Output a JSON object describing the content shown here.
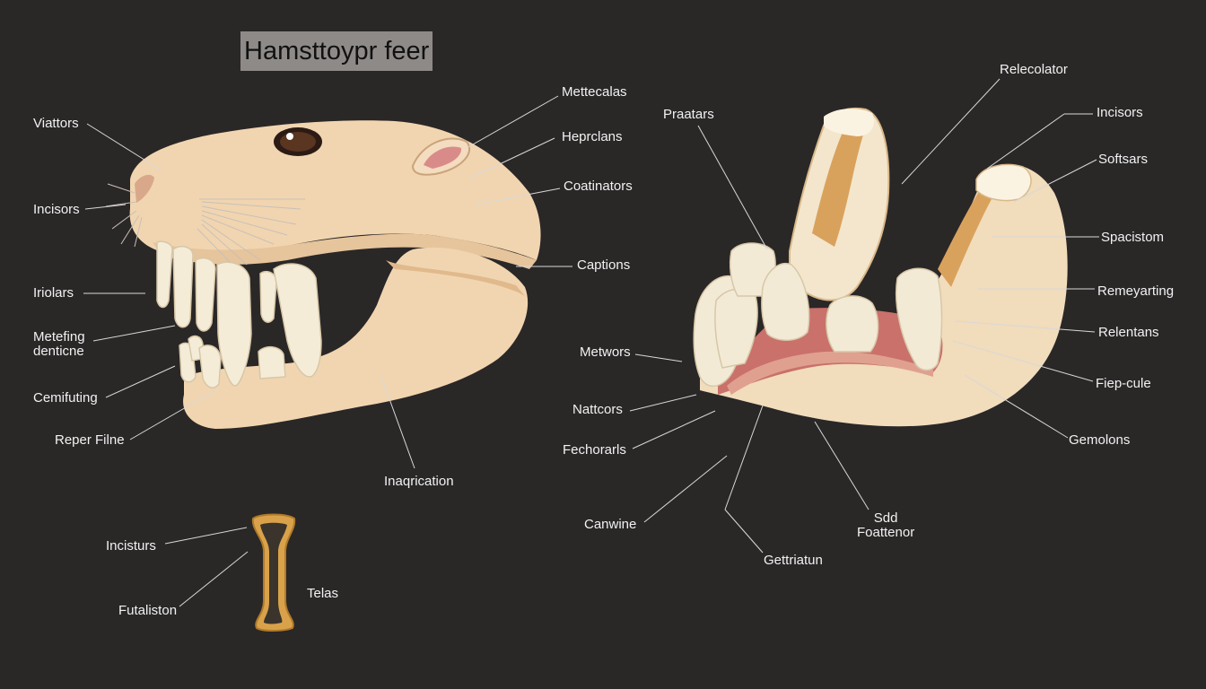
{
  "title": "Hamsttoypr feer",
  "labels": {
    "viattors": "Viattors",
    "incisors_left": "Incisors",
    "iriolars": "Iriolars",
    "metefing": "Metefing\ndenticne",
    "cemifuting": "Cemifuting",
    "reper_filne": "Reper Filne",
    "mettecalas": "Mettecalas",
    "heprclans": "Heprclans",
    "coatinators": "Coatinators",
    "captions": "Captions",
    "inaqrication": "Inaqrication",
    "incisturs": "Incisturs",
    "futaliston": "Futaliston",
    "telas": "Telas",
    "praatars": "Praatars",
    "relecolator": "Relecolator",
    "incisors_right": "Incisors",
    "softsars": "Softsars",
    "spacistom": "Spacistom",
    "remeyarting": "Remeyarting",
    "relentans": "Relentans",
    "fiep_cule": "Fiep-cule",
    "gemolons": "Gemolons",
    "metwors": "Metwors",
    "nattcors": "Nattcors",
    "fechorarls": "Fechorarls",
    "canwine": "Canwine",
    "gettriatun": "Gettriatun",
    "sdd_foattenor": "Sdd\nFoattenor"
  },
  "colors": {
    "background": "#2a2727",
    "bone": "#f1d5b0",
    "tooth": "#f5ecd8",
    "gum": "#c9716a",
    "root": "#d9a25c",
    "label_text": "#f2f2f2"
  }
}
